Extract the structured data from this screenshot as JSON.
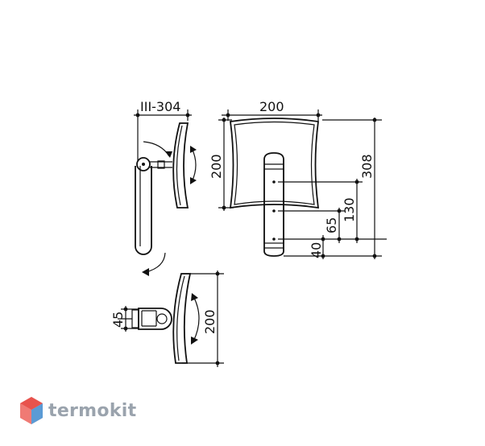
{
  "drawing": {
    "model_label": "III-304",
    "dimensions": {
      "front_width": "200",
      "front_height": "200",
      "overall_height": "308",
      "mount_130": "130",
      "mount_65": "65",
      "mount_40": "40",
      "bottom_height": "200",
      "bottom_45": "45"
    }
  },
  "watermark": {
    "brand": "termokit"
  },
  "colors": {
    "line": "#111111",
    "logo_red": "#e8534d",
    "logo_blue": "#5b9bd5",
    "logo_text": "#9aa3ad"
  }
}
